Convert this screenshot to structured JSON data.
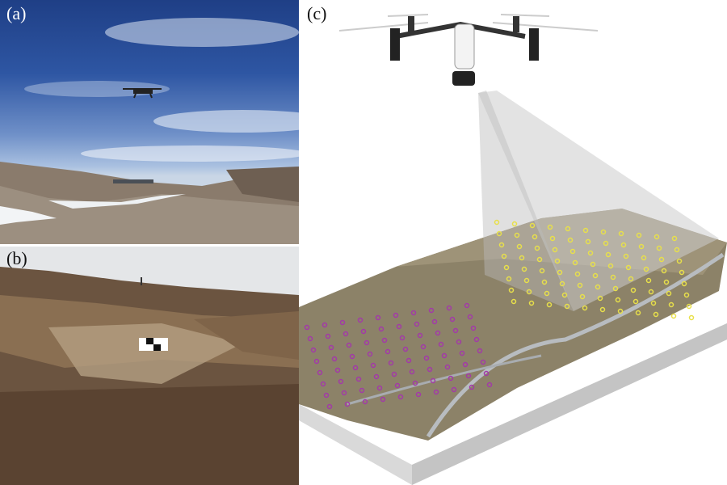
{
  "panels": {
    "a": {
      "label": "(a)"
    },
    "b": {
      "label": "(b)"
    },
    "c": {
      "label": "(c)"
    }
  },
  "colors": {
    "gcp_yellow": "#e8e04a",
    "gcp_purple": "#a23aa8"
  }
}
